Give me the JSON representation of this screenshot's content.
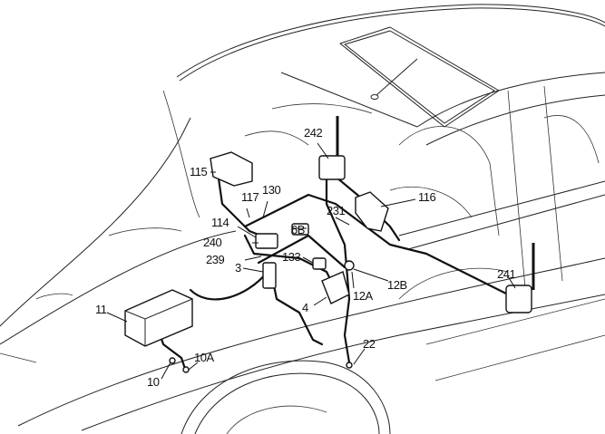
{
  "diagram": {
    "subject": "Car wiring harness installation (engine bay, cabin, antennas)",
    "labels": [
      {
        "id": "115",
        "text": "115"
      },
      {
        "id": "242",
        "text": "242"
      },
      {
        "id": "117",
        "text": "117"
      },
      {
        "id": "130",
        "text": "130"
      },
      {
        "id": "116",
        "text": "116"
      },
      {
        "id": "231",
        "text": "231"
      },
      {
        "id": "114",
        "text": "114"
      },
      {
        "id": "6B",
        "text": "6B"
      },
      {
        "id": "240",
        "text": "240"
      },
      {
        "id": "133",
        "text": "133"
      },
      {
        "id": "239",
        "text": "239"
      },
      {
        "id": "3",
        "text": "3"
      },
      {
        "id": "12B",
        "text": "12B"
      },
      {
        "id": "12A",
        "text": "12A"
      },
      {
        "id": "241",
        "text": "241"
      },
      {
        "id": "11",
        "text": "11"
      },
      {
        "id": "4",
        "text": "4"
      },
      {
        "id": "22",
        "text": "22"
      },
      {
        "id": "10A",
        "text": "10A"
      },
      {
        "id": "10",
        "text": "10"
      }
    ]
  }
}
